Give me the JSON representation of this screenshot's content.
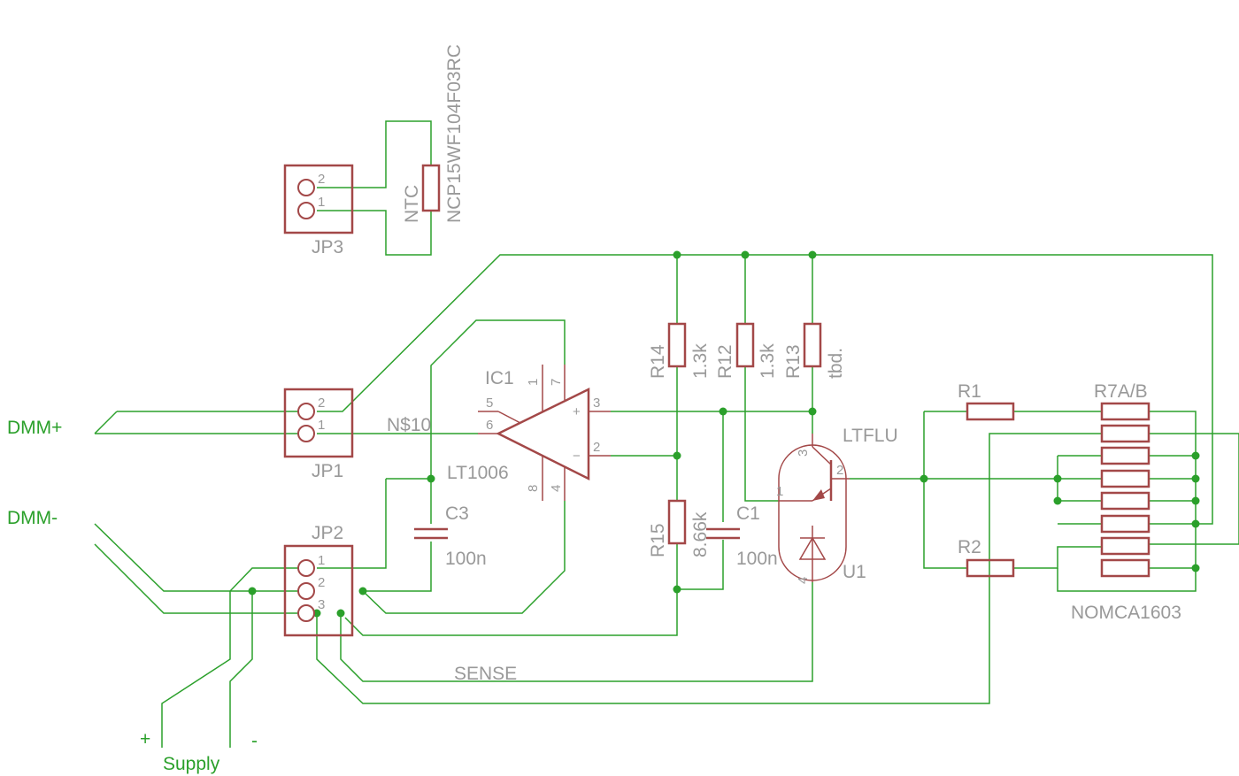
{
  "colors": {
    "wire": "#2ba02b",
    "symbol": "#a34848",
    "label": "#999999",
    "background": "#ffffff"
  },
  "nets": {
    "dmm_plus": "DMM+",
    "dmm_minus": "DMM-",
    "n10": "N$10",
    "sense": "SENSE",
    "supply": "Supply",
    "plus": "+",
    "minus": "-"
  },
  "parts": {
    "jp3": {
      "name": "JP3"
    },
    "jp1": {
      "name": "JP1"
    },
    "jp2": {
      "name": "JP2"
    },
    "ntc": {
      "name": "NTC",
      "value": "NCP15WF104F03RC"
    },
    "ic1": {
      "name": "IC1",
      "value": "LT1006"
    },
    "r14": {
      "name": "R14",
      "value": "1.3k"
    },
    "r12": {
      "name": "R12",
      "value": "1.3k"
    },
    "r13": {
      "name": "R13",
      "value": "tbd."
    },
    "r15": {
      "name": "R15",
      "value": "8.66k"
    },
    "c1": {
      "name": "C1",
      "value": "100n"
    },
    "c3": {
      "name": "C3",
      "value": "100n"
    },
    "u1": {
      "name": "U1",
      "value": "LTFLU"
    },
    "r1": {
      "name": "R1"
    },
    "r2": {
      "name": "R2"
    },
    "r7": {
      "name": "R7A/B",
      "value": "NOMCA1603"
    }
  },
  "pins": {
    "p1": "1",
    "p2": "2",
    "p3": "3",
    "p4": "4",
    "p5": "5",
    "p6": "6",
    "p7": "7",
    "p8": "8",
    "plus": "+",
    "minus": "−"
  }
}
